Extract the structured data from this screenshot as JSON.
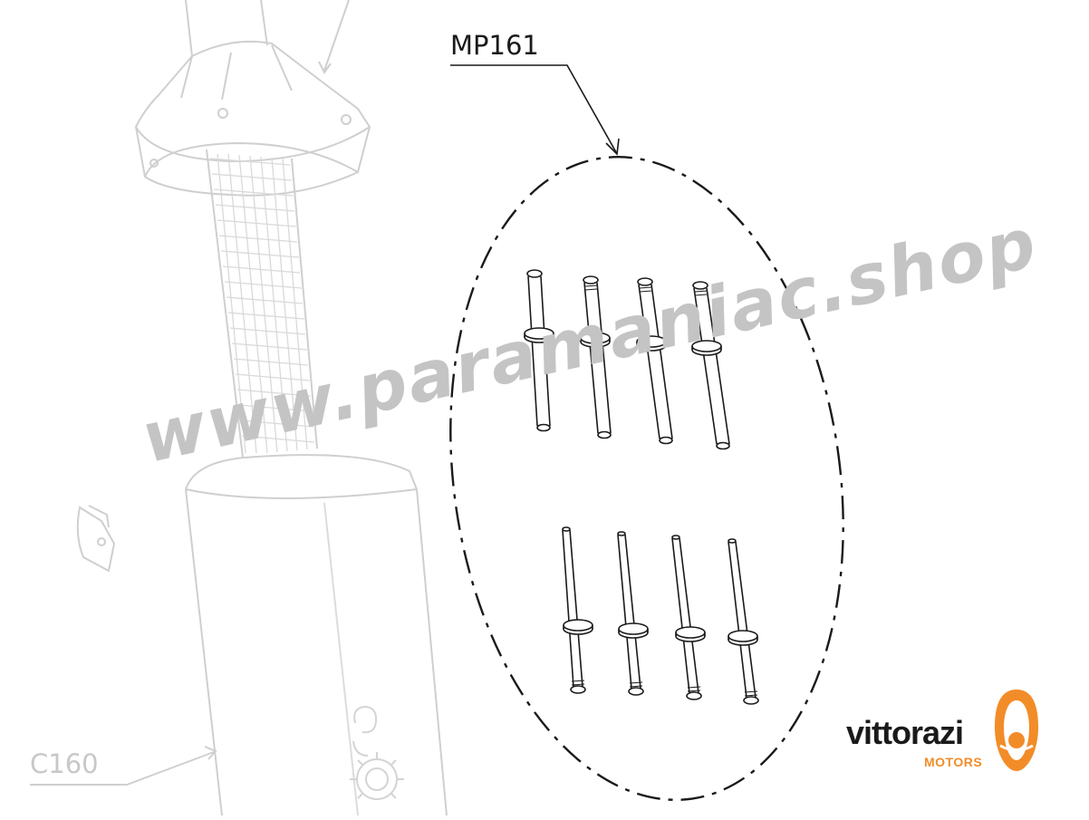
{
  "callouts": {
    "main_part": "MP161",
    "background_part": "C160"
  },
  "watermark": {
    "text": "www.paramaniac.shop"
  },
  "brand": {
    "name": "vittorazi",
    "subtitle": "MOTORS",
    "accent_color": "#f28c28"
  },
  "colors": {
    "line_dark": "#1a1a1a",
    "line_faded": "#cfcfcf",
    "watermark": "#c4c4c4"
  },
  "rivets": {
    "top_row_count": 4,
    "bottom_row_count": 4
  }
}
